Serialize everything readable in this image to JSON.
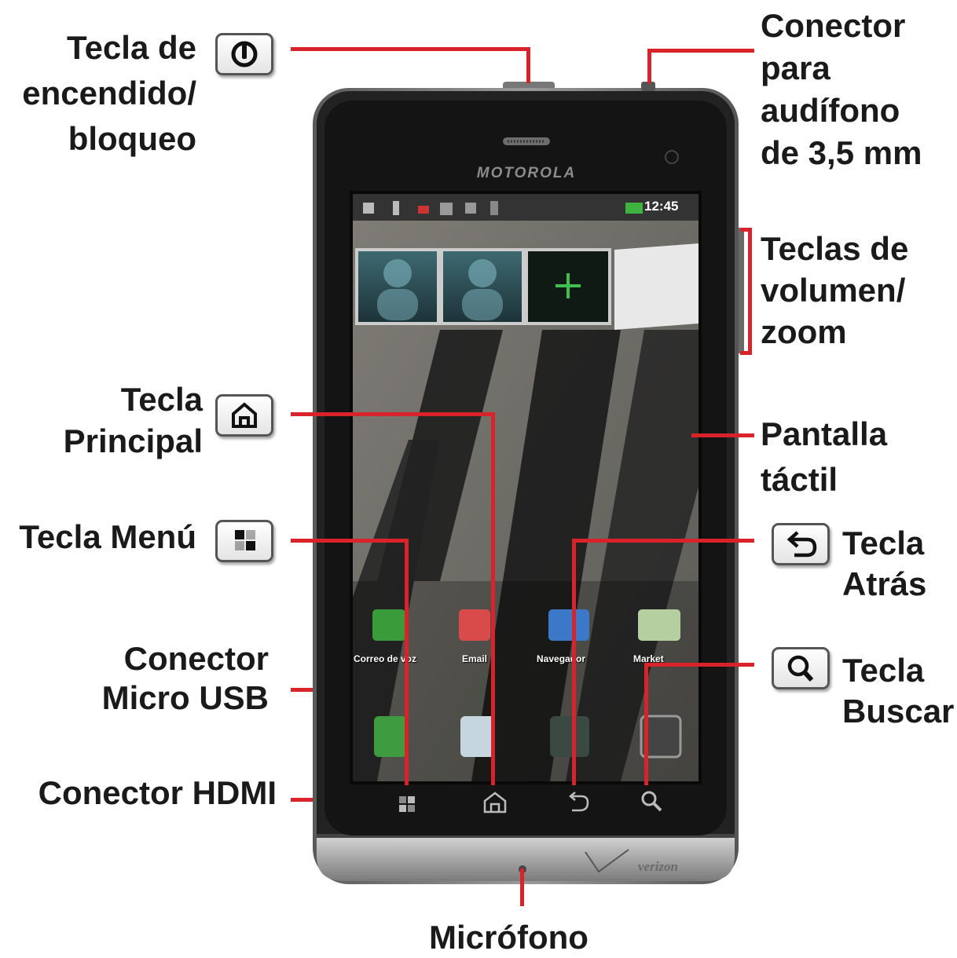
{
  "phone": {
    "brand": "MOTOROLA",
    "carrier": "verizon",
    "clock": "12:45",
    "apps": [
      "Correo de voz",
      "Email",
      "Navegador",
      "Market"
    ]
  },
  "labels": {
    "power": "Tecla de\nencendido/\nbloqueo",
    "headset": "Conector\npara\naudífono\nde 3,5 mm",
    "volume": "Teclas de\nvolumen/\nzoom",
    "home": "Tecla\nPrincipal",
    "touchscreen": "Pantalla\ntáctil",
    "menu": "Tecla Menú",
    "back": "Tecla\nAtrás",
    "usb": "Conector\nMicro USB",
    "search": "Tecla\nBuscar",
    "hdmi": "Conector HDMI",
    "microphone": "Micrófono"
  },
  "icons": {
    "power_key": "power-icon",
    "home_key": "home-icon",
    "menu_key": "menu-icon",
    "back_key": "back-arrow-icon",
    "search_key": "magnifier-icon"
  },
  "colors": {
    "callout_line": "#d8232a",
    "label_text": "#1a1a1a"
  }
}
